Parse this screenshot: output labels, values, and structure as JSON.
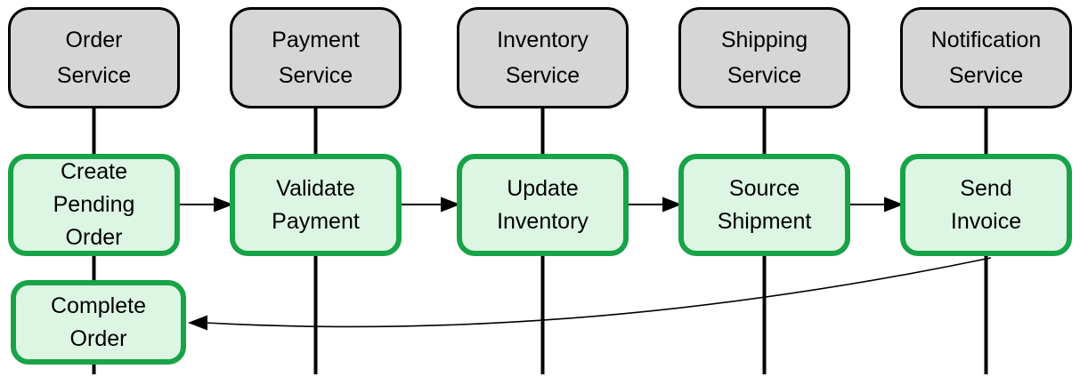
{
  "colors": {
    "service-fill": "#d6d6d6",
    "service-border": "#000000",
    "step-fill": "#ddf6e3",
    "step-border": "#18a348",
    "line-color": "#000000"
  },
  "services": [
    {
      "label": "Order Service",
      "lines": [
        "Order",
        "Service"
      ]
    },
    {
      "label": "Payment Service",
      "lines": [
        "Payment",
        "Service"
      ]
    },
    {
      "label": "Inventory Service",
      "lines": [
        "Inventory",
        "Service"
      ]
    },
    {
      "label": "Shipping Service",
      "lines": [
        "Shipping",
        "Service"
      ]
    },
    {
      "label": "Notification Service",
      "lines": [
        "Notification",
        "Service"
      ]
    }
  ],
  "steps": [
    {
      "label": "Create Pending Order",
      "lines": [
        "Create",
        "Pending",
        "Order"
      ]
    },
    {
      "label": "Validate Payment",
      "lines": [
        "Validate",
        "Payment"
      ]
    },
    {
      "label": "Update Inventory",
      "lines": [
        "Update",
        "Inventory"
      ]
    },
    {
      "label": "Source Shipment",
      "lines": [
        "Source",
        "Shipment"
      ]
    },
    {
      "label": "Send Invoice",
      "lines": [
        "Send",
        "Invoice"
      ]
    },
    {
      "label": "Complete Order",
      "lines": [
        "Complete",
        "Order"
      ]
    }
  ]
}
